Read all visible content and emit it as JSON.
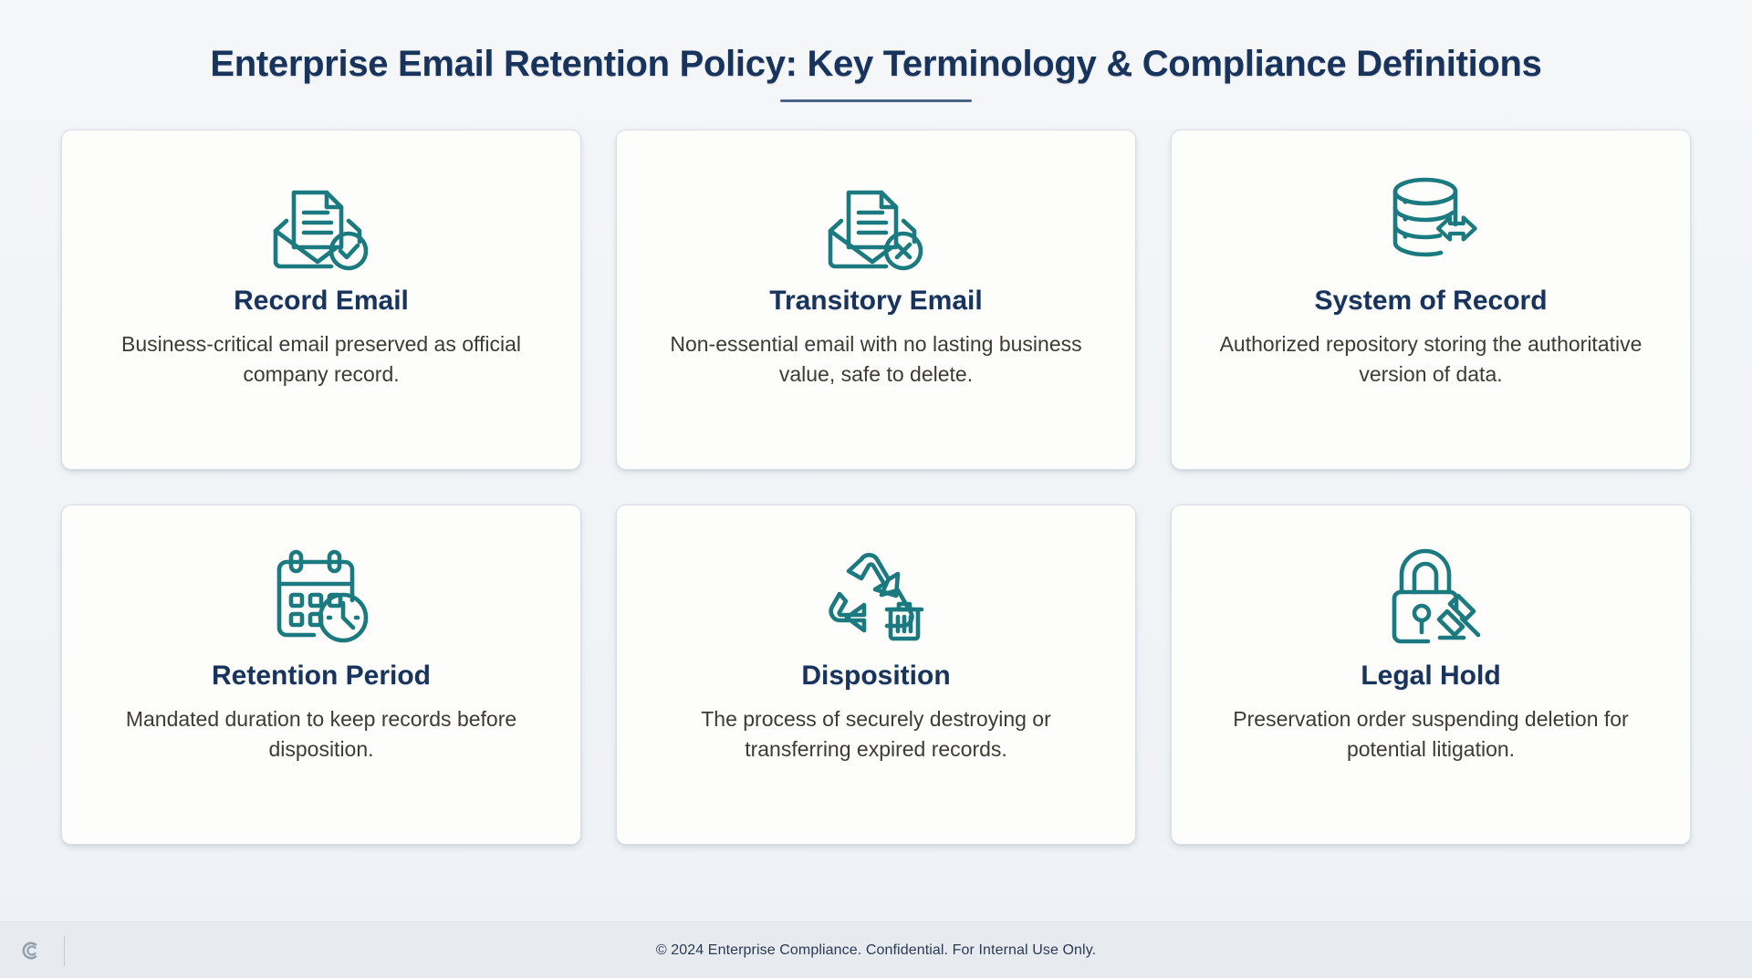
{
  "header": {
    "title": "Enterprise Email Retention Policy: Key Terminology & Compliance Definitions",
    "accent_color": "#18335c",
    "rule_color": "#2c4a74"
  },
  "theme": {
    "page_background": "#f2f5f7",
    "card_background": "#fdfdfb",
    "card_border": "#d9dfe5",
    "icon_color": "#1b7a7f",
    "title_color": "#18335c",
    "body_color": "#3e3a35",
    "footer_background": "#e7eaef"
  },
  "cards": [
    {
      "icon": "envelope-document-check-icon",
      "title": "Record Email",
      "description": "Business-critical email preserved as official company record."
    },
    {
      "icon": "envelope-document-x-icon",
      "title": "Transitory Email",
      "description": "Non-essential email with no lasting business value, safe to delete."
    },
    {
      "icon": "database-transfer-icon",
      "title": "System of Record",
      "description": "Authorized repository storing the authoritative version of data."
    },
    {
      "icon": "calendar-clock-icon",
      "title": "Retention Period",
      "description": "Mandated duration to keep records before disposition."
    },
    {
      "icon": "recycle-trash-icon",
      "title": "Disposition",
      "description": "The process of securely destroying or transferring expired records."
    },
    {
      "icon": "lock-gavel-icon",
      "title": "Legal Hold",
      "description": "Preservation order suspending deletion for potential litigation."
    }
  ],
  "footer": {
    "copyright": "© 2024 Enterprise Compliance. Confidential. For Internal Use Only.",
    "brand_letter": "C"
  }
}
